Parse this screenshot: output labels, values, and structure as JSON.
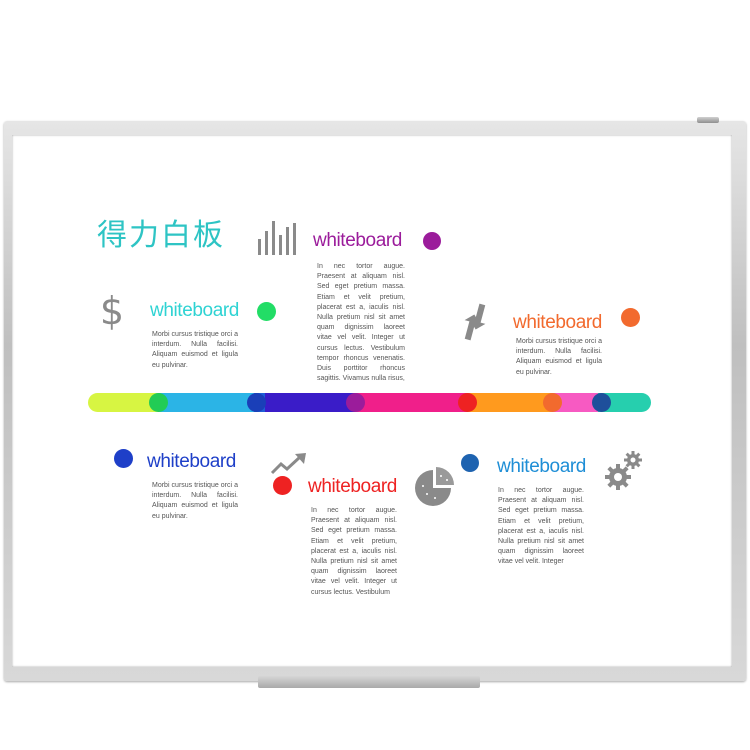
{
  "board_title": "得力白板",
  "colors": {
    "title": "#2ec4c4",
    "purple": "#9b1c9b",
    "cyan": "#2fd3d3",
    "green": "#22dd66",
    "orange": "#f26a2e",
    "blue": "#1e3fc8",
    "red": "#ee2222",
    "navy": "#1e63b0",
    "icon_gray": "#8a8a8a"
  },
  "blocks": [
    {
      "heading": "whiteboard",
      "text": "In nec tortor augue. Praesent at aliquam nisl. Sed eget pretium massa. Etiam et velit pretium, placerat est a, iaculis nisl. Nulla pretium nisl sit amet quam dignissim laoreet vitae vel velit. Integer ut cursus lectus. Vestibulum tempor rhoncus venenatis. Duis porttitor rhoncus sagittis. Vivamus nulla risus,",
      "dot_color": "#9b1c9b",
      "icon": "bar-chart-icon"
    },
    {
      "heading": "whiteboard",
      "text": "Morbi cursus tristique orci a interdum. Nulla facilisi. Aliquam euismod et ligula eu pulvinar.",
      "dot_color": "#22dd66",
      "icon": "dollar-icon"
    },
    {
      "heading": "whiteboard",
      "text": "Morbi cursus tristique orci a interdum. Nulla facilisi. Aliquam euismod et ligula eu pulvinar.",
      "dot_color": "#f26a2e",
      "icon": "exchange-arrows-icon"
    },
    {
      "heading": "whiteboard",
      "text": "Morbi cursus tristique orci a interdum. Nulla facilisi. Aliquam euismod et ligula eu pulvinar.",
      "dot_color": "#1e3fc8",
      "icon": ""
    },
    {
      "heading": "whiteboard",
      "text": "In nec tortor augue. Praesent at aliquam nisl. Sed eget pretium massa. Etiam et velit pretium, placerat est a, iaculis nisl. Nulla pretium nisl sit amet quam dignissim laoreet vitae vel velit. Integer ut cursus lectus. Vestibulum",
      "dot_color": "#ee2222",
      "icon": "trend-up-icon"
    },
    {
      "heading": "whiteboard",
      "text": "In nec tortor augue. Praesent at aliquam nisl. Sed eget pretium massa. Etiam et velit pretium, placerat est a, iaculis nisl. Nulla pretium nisl sit amet quam dignissim laoreet vitae vel velit. Integer",
      "dot_color": "#1e63b0",
      "icon": "gears-icon"
    }
  ],
  "extra_icons": [
    "pie-chart-icon"
  ],
  "timeline_colors": [
    "#d7f542",
    "#2bb4e6",
    "#1e5fd6",
    "#3a1cc8",
    "#f01f8a",
    "#ff9a1e",
    "#f75ac2",
    "#26cfae"
  ]
}
